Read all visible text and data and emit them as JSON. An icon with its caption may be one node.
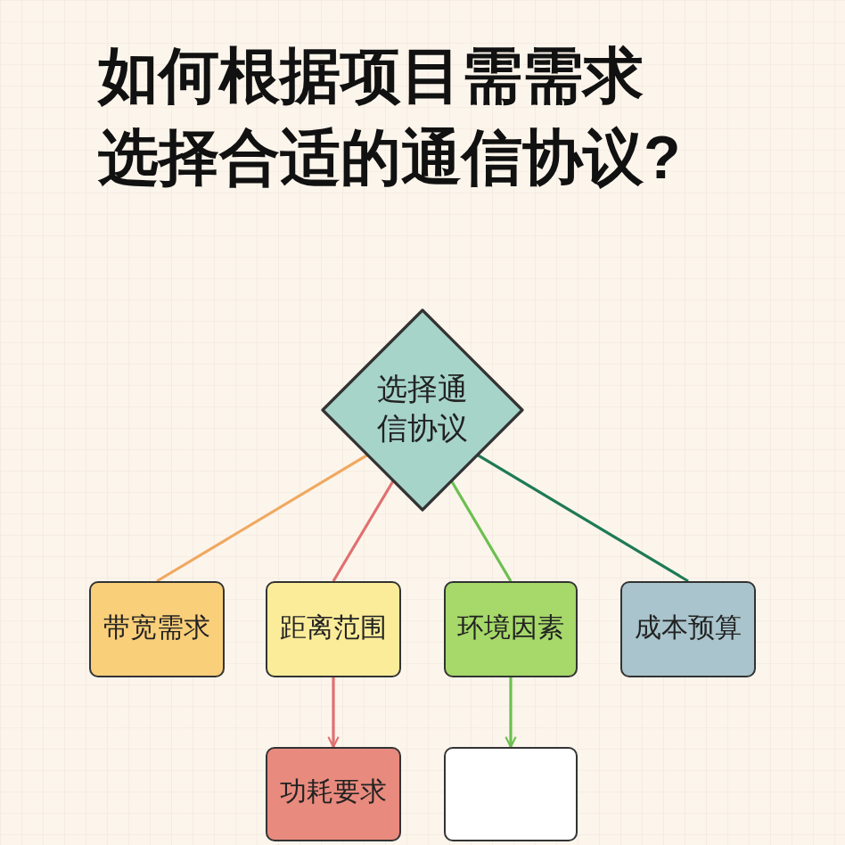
{
  "diagram": {
    "title": "如何根据项目需需求选择合适的通信协议?",
    "nodes": [
      {
        "text": [
          "选择通信协议"
        ]
      },
      {
        "text": [
          "带宽需求"
        ]
      },
      {
        "text": [
          "距离范围"
        ]
      },
      {
        "text": [
          "环境因素"
        ]
      },
      {
        "text": [
          "成本预算"
        ]
      },
      {
        "text": [
          "功耗要求"
        ]
      },
      {
        "text": [],
        "shape": "box"
      }
    ],
    "edges": [
      {
        "from": 0,
        "to": 1,
        "arrow": "none",
        "color": "#f0a860"
      },
      {
        "from": 0,
        "to": 2,
        "arrow": "none",
        "color": "#e07070"
      },
      {
        "from": 0,
        "to": 3,
        "arrow": "none",
        "color": "#6cbf50"
      },
      {
        "from": 0,
        "to": 4,
        "arrow": "none",
        "color": "#1e7a55"
      },
      {
        "from": 2,
        "to": 5,
        "arrow": "to",
        "color": "#e07070"
      },
      {
        "from": 3,
        "to": 6,
        "arrow": "to",
        "color": "#6cbf50"
      }
    ]
  }
}
